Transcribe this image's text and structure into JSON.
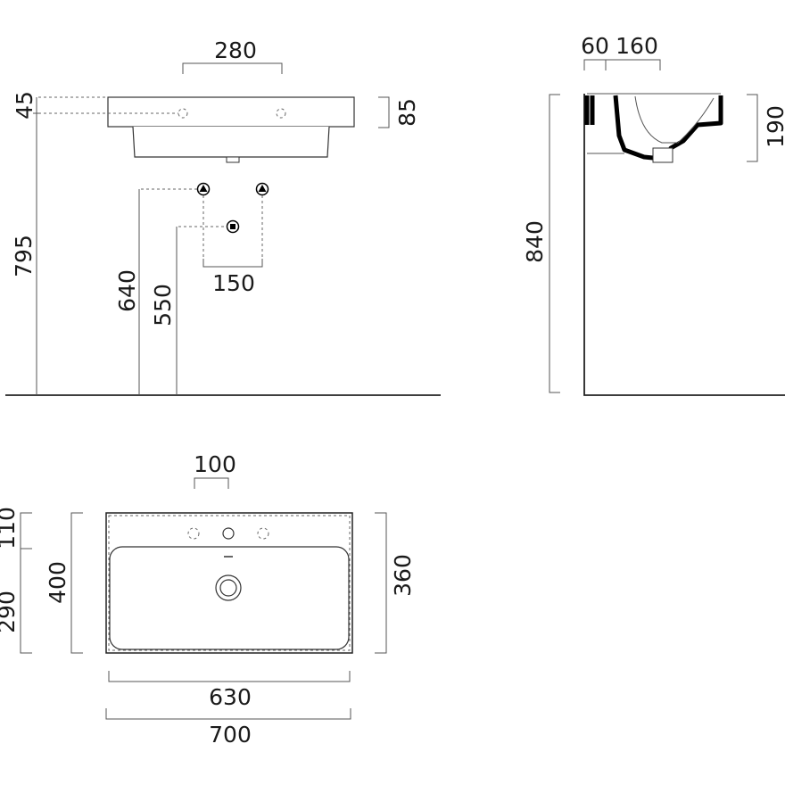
{
  "front_view": {
    "tap_spacing": "280",
    "rim_height_offset": "45",
    "rim_thickness": "85",
    "overall_height": "795",
    "supply_height": "640",
    "waste_height": "550",
    "supply_spacing": "150"
  },
  "side_view": {
    "wall_offset": "60",
    "overflow_offset": "160",
    "basin_depth": "190",
    "overall_height": "840"
  },
  "top_view": {
    "hole_spacing": "100",
    "deck_depth": "110",
    "bowl_depth": "290",
    "overall_depth": "400",
    "inner_depth": "360",
    "inner_width": "630",
    "overall_width": "700"
  }
}
